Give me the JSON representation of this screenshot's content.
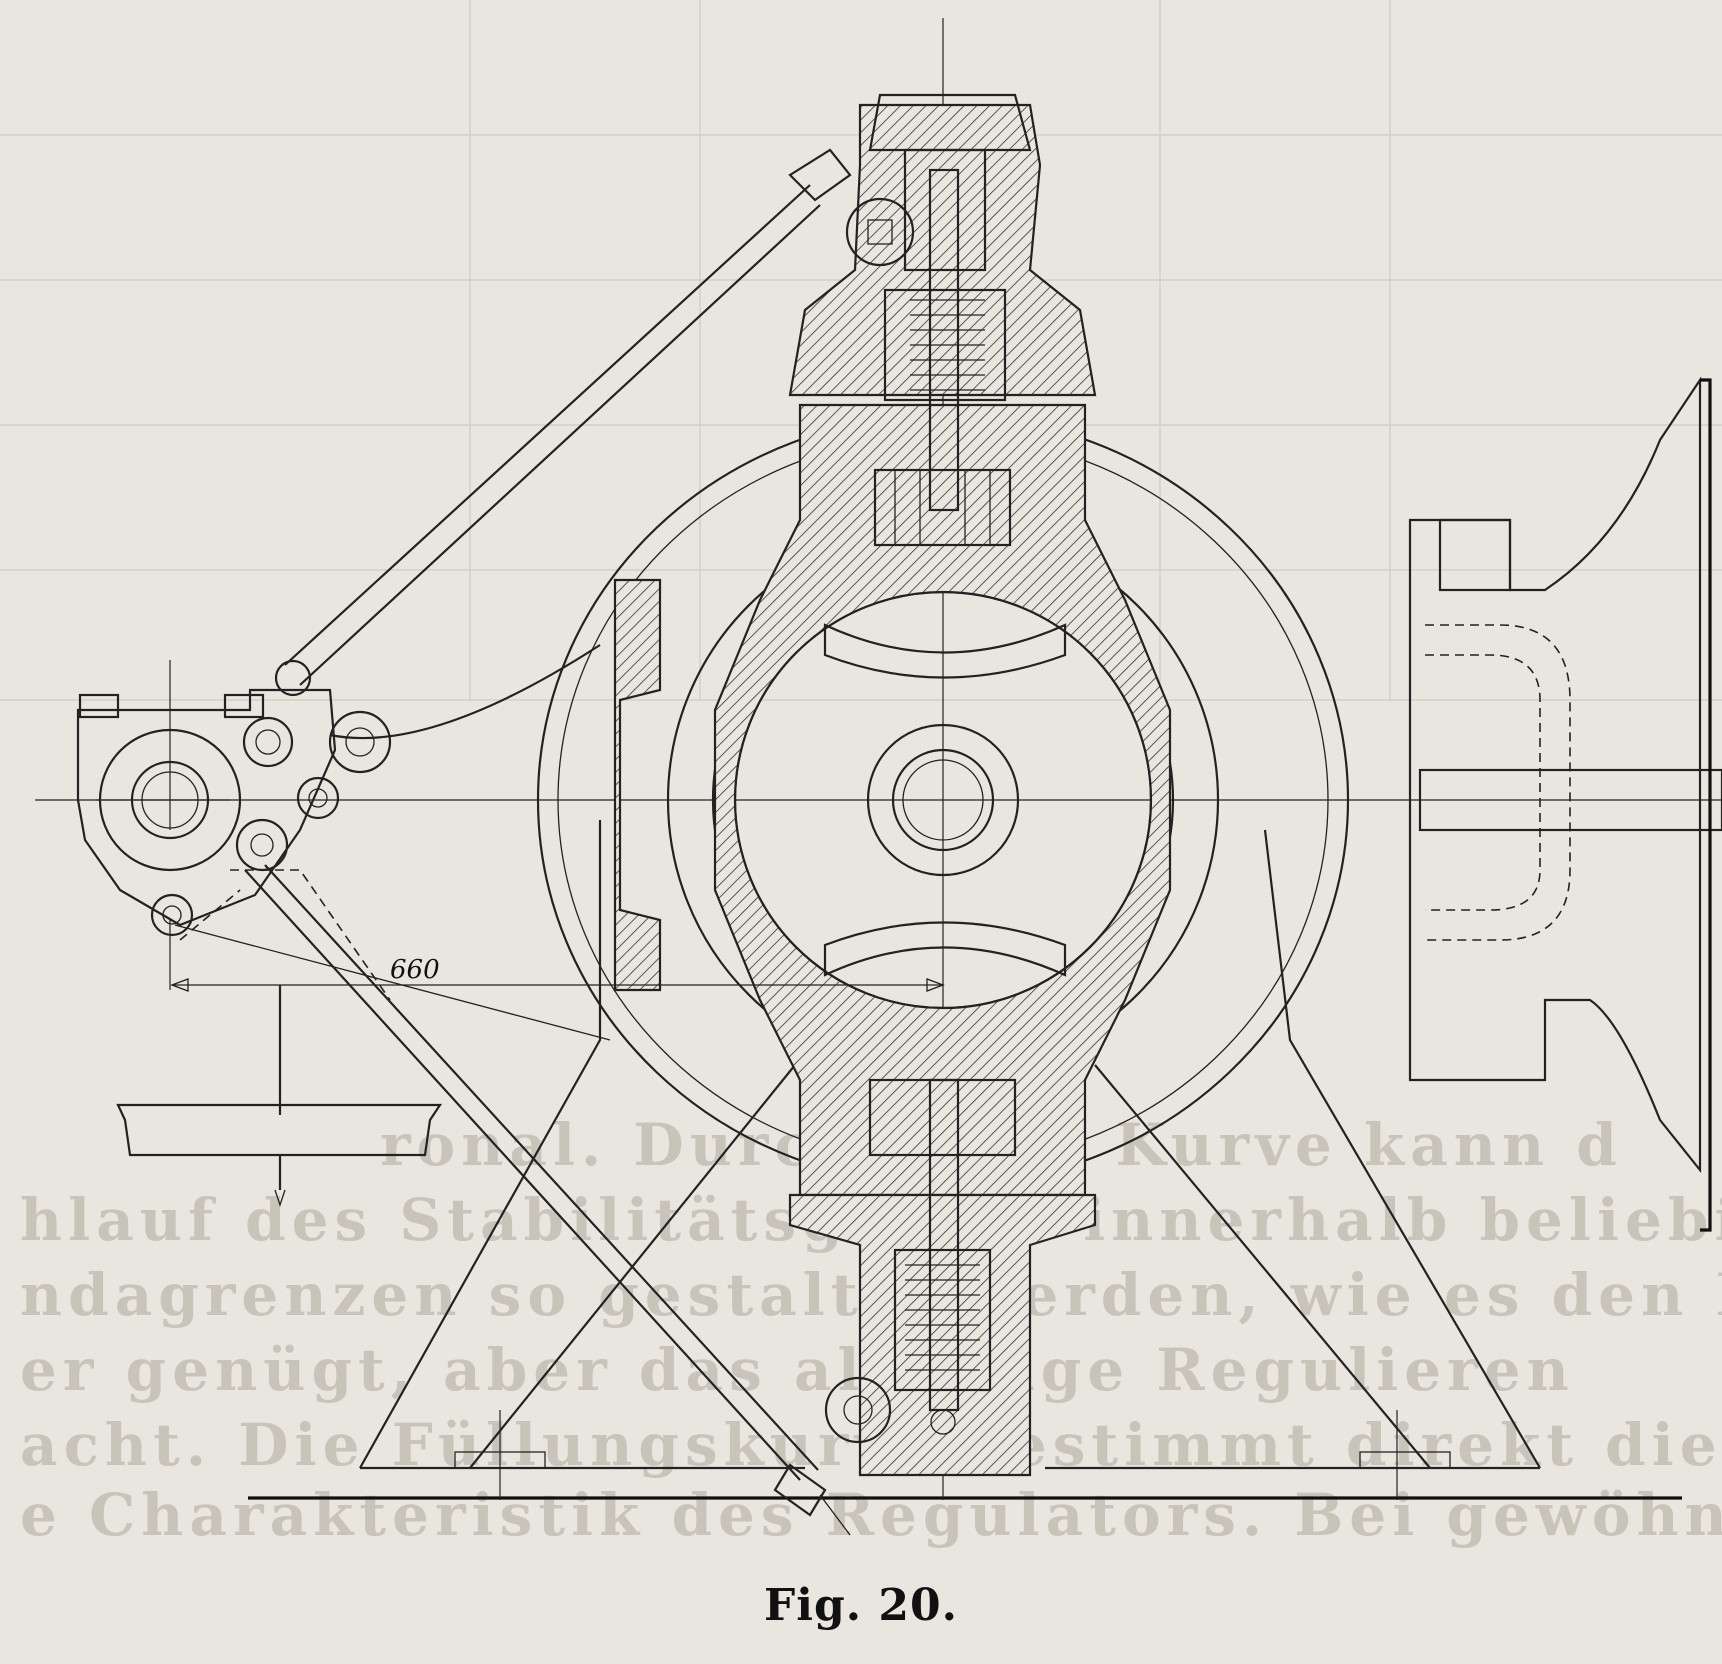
{
  "figure": {
    "caption": "Fig. 20.",
    "dimension_label": "660"
  },
  "colors": {
    "paper": "#e9e6df",
    "ink": "#222222",
    "bleed_through": "#c9c4ba"
  },
  "bleed_through_text": {
    "line_1": "ronal. Durch diese Kurve kann d",
    "line_2": "hlauf des Stabilitätsgrades innerhalb beliebig wä",
    "line_3": "ndagrenzen so gestaltet werden, wie es den Betri",
    "line_4": "er genügt, aber das alleinige Regulieren",
    "line_5": "acht. Die Füllungskurve bestimmt direkt die",
    "line_6": "e Charakteristik des Regulators. Bei gewöhnlic"
  }
}
